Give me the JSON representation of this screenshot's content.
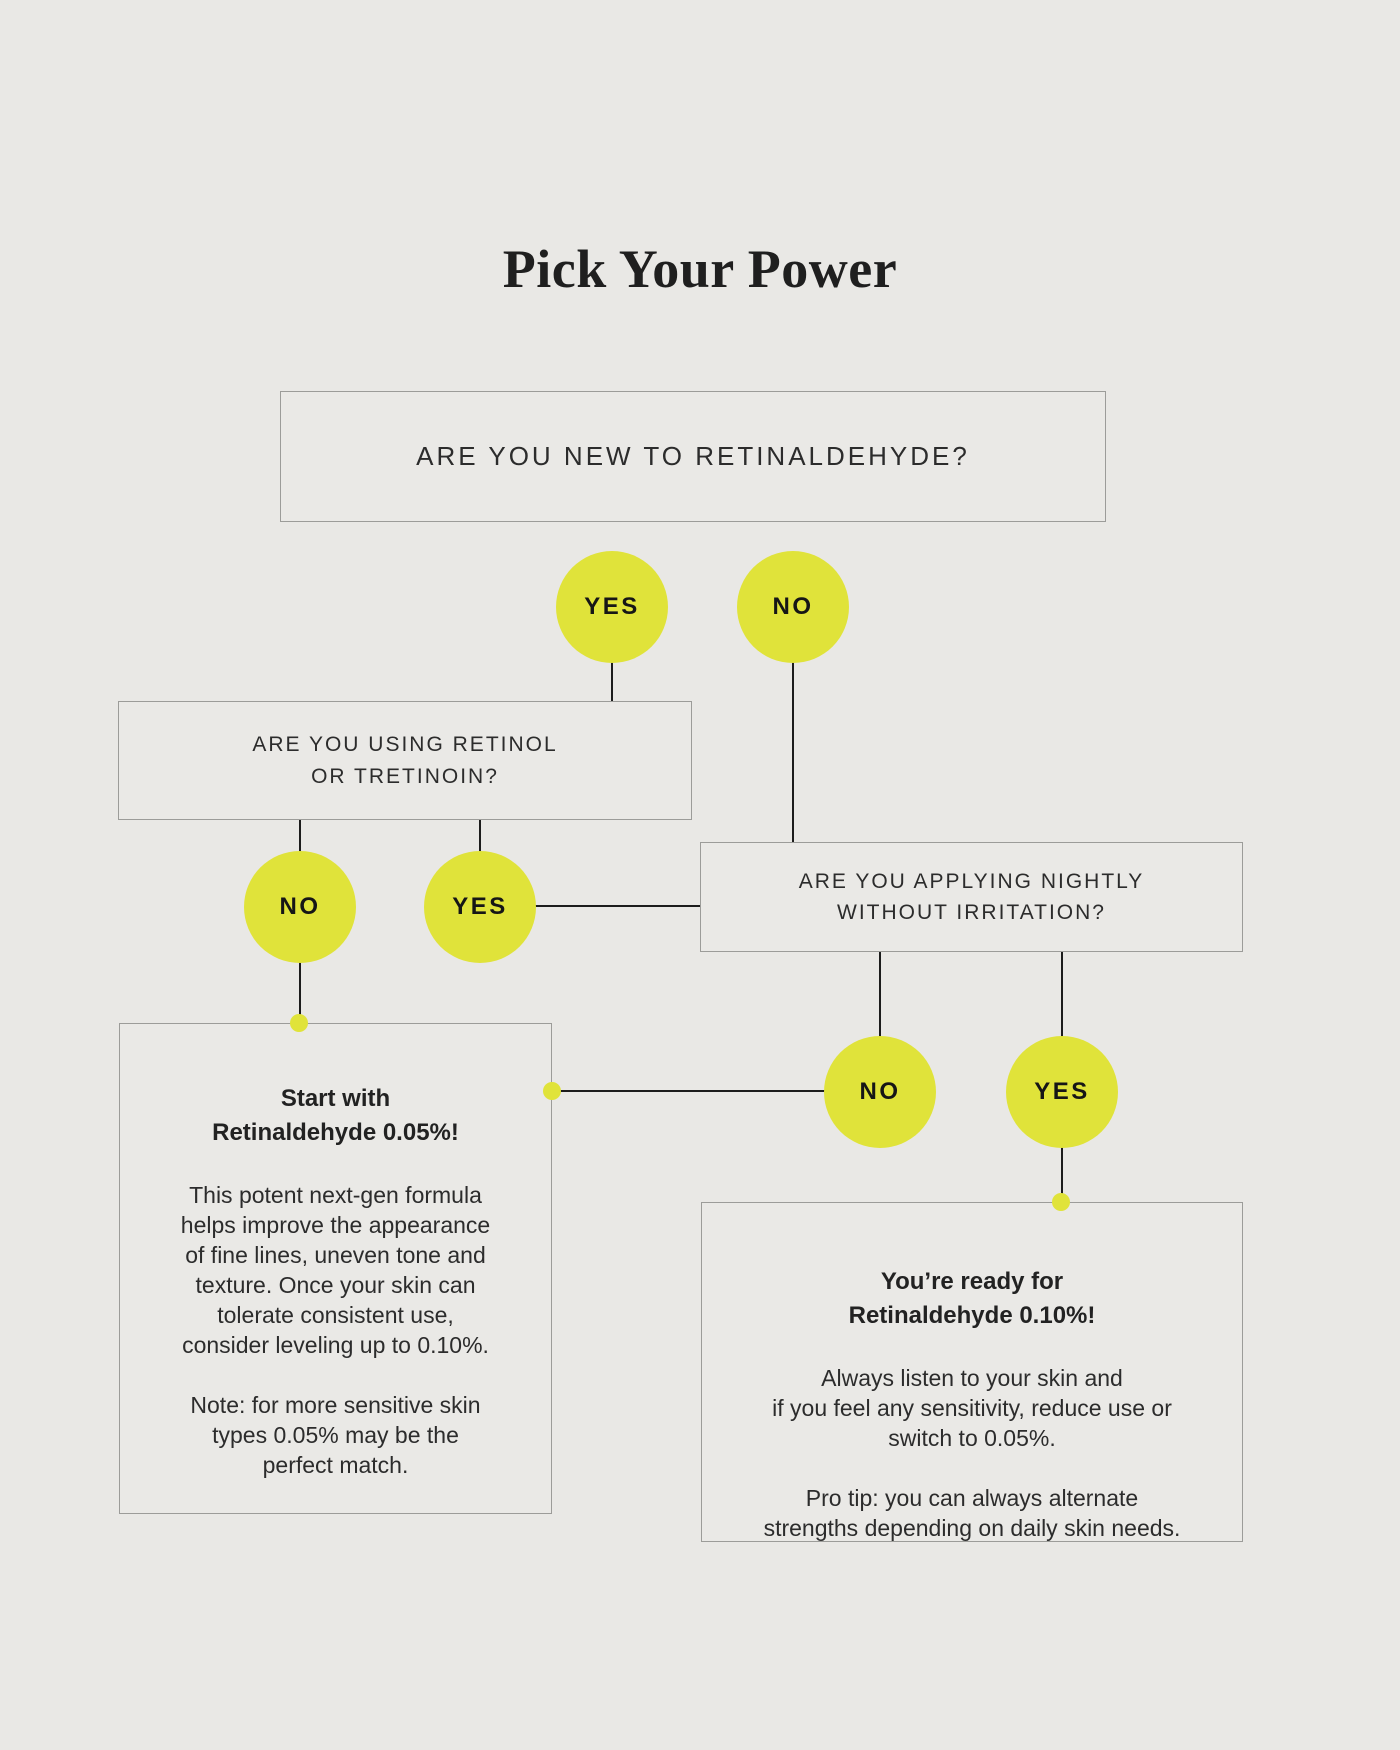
{
  "title": "Pick Your Power",
  "colors": {
    "background": "#e9e8e5",
    "box_fill": "#eae9e6",
    "box_border": "#9c9c99",
    "accent_yellow": "#e0e33a",
    "connector_line": "#1c1c1c",
    "text": "#2c2c2c"
  },
  "flow": {
    "q1": {
      "text": "ARE YOU NEW TO RETINALDEHYDE?",
      "yes_label": "YES",
      "no_label": "NO"
    },
    "q2": {
      "text": "ARE YOU USING RETINOL\nOR TRETINOIN?",
      "no_label": "NO",
      "yes_label": "YES"
    },
    "q3": {
      "text": "ARE YOU APPLYING NIGHTLY\nWITHOUT IRRITATION?",
      "no_label": "NO",
      "yes_label": "YES"
    },
    "result_low": {
      "heading": "Start with\nRetinaldehyde 0.05%!",
      "body": "This potent next-gen formula\nhelps improve the appearance\nof fine lines, uneven tone and\ntexture. Once your skin can\ntolerate consistent use,\nconsider leveling up to 0.10%.",
      "note": "Note: for more sensitive skin\ntypes 0.05% may be the\nperfect match."
    },
    "result_high": {
      "heading": "You’re ready for\nRetinaldehyde 0.10%!",
      "body": "Always listen to your skin and\nif you feel any sensitivity, reduce use or\nswitch to 0.05%.",
      "note": "Pro tip: you can always alternate\nstrengths depending on daily skin needs."
    }
  }
}
